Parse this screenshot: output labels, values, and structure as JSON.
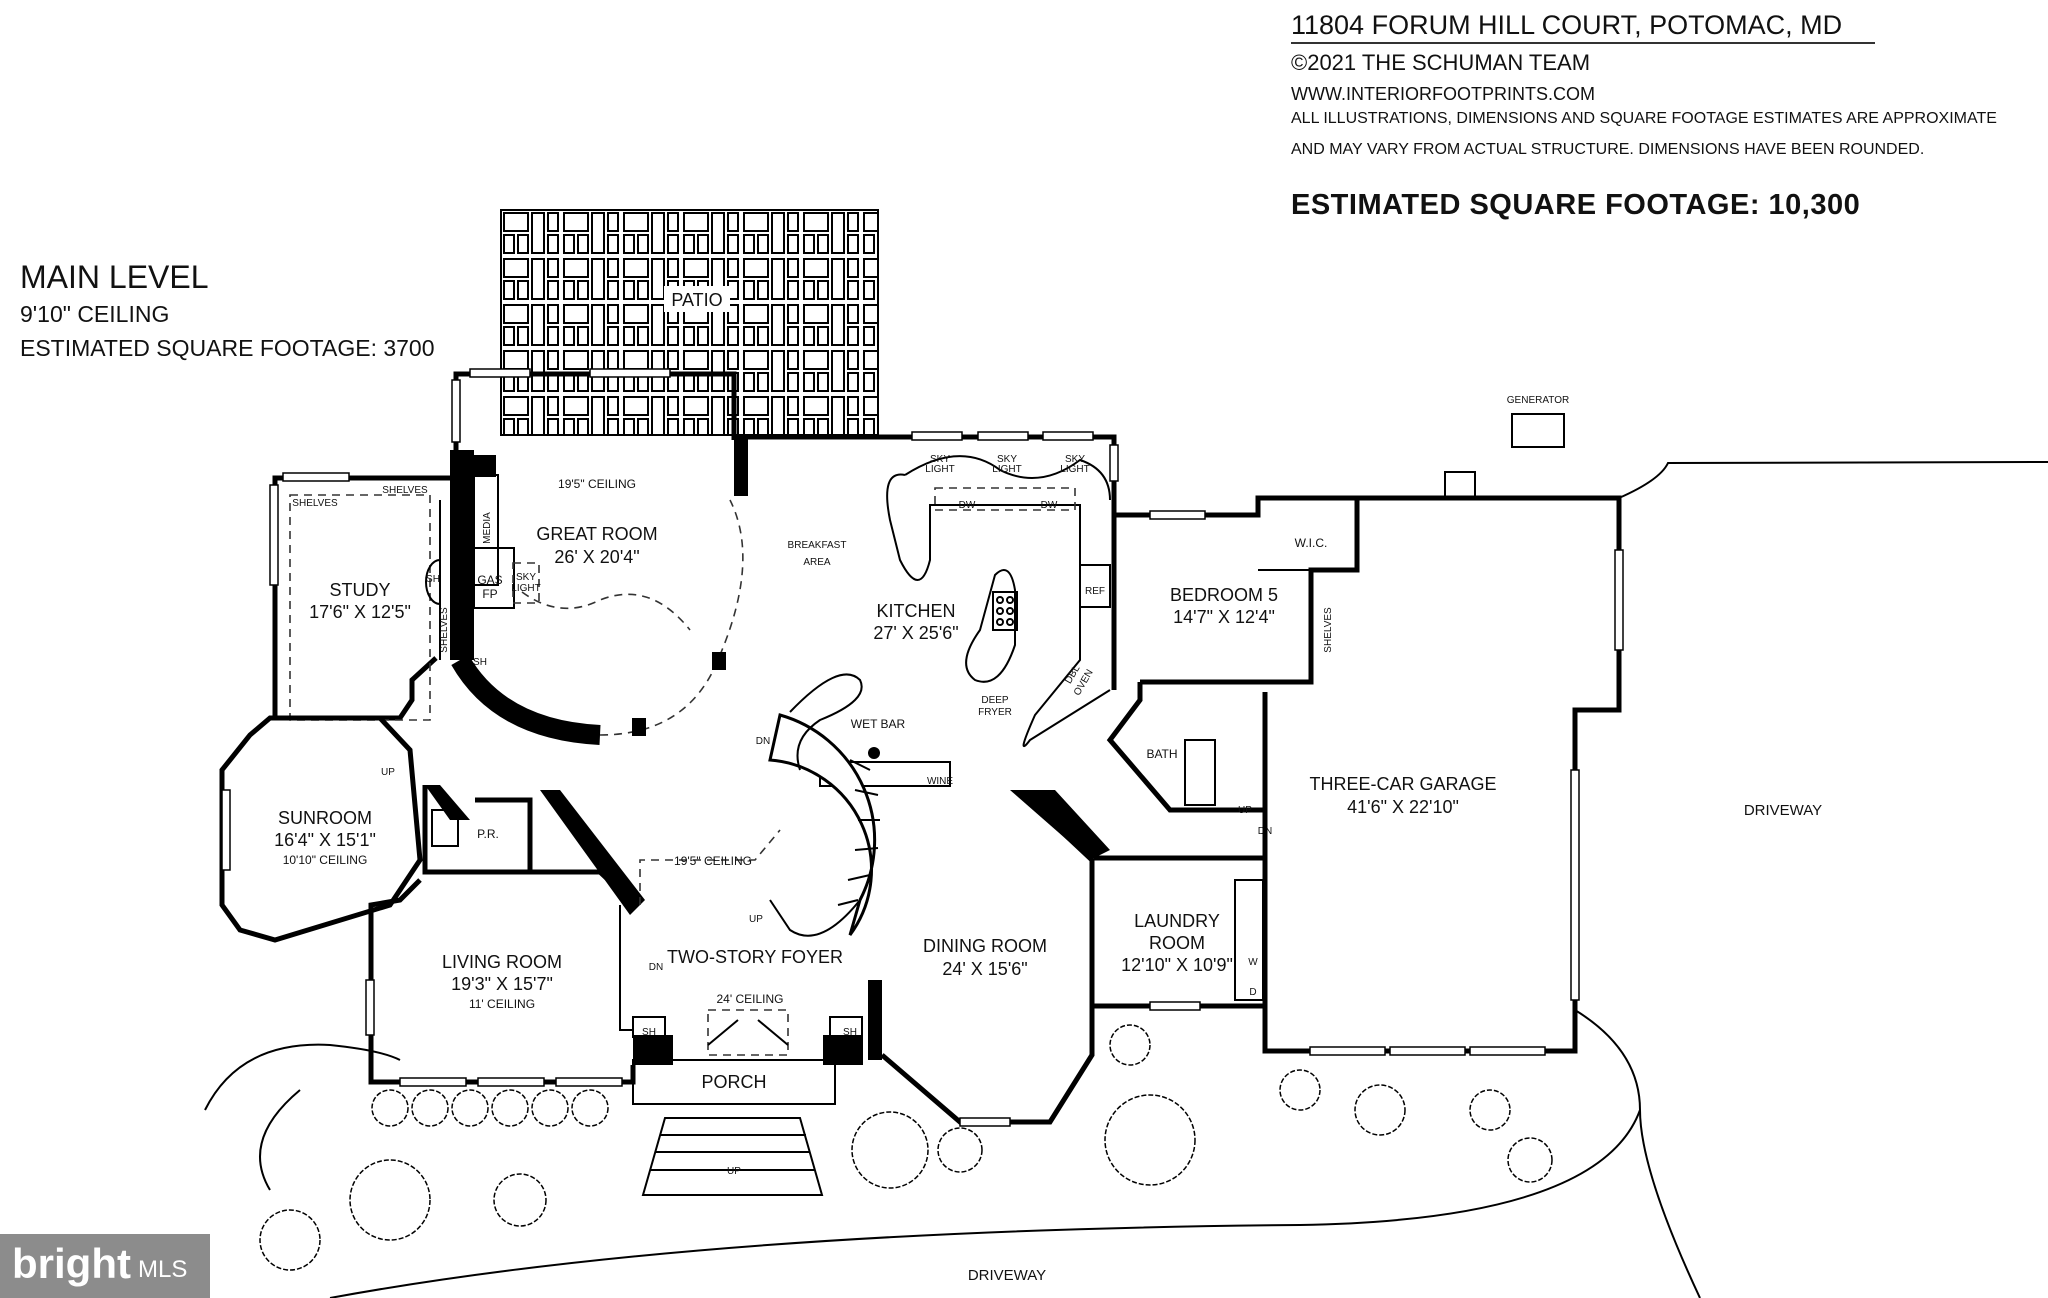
{
  "header": {
    "address": "11804 FORUM HILL COURT, POTOMAC, MD",
    "copyright": "©2021 THE SCHUMAN TEAM",
    "website": "WWW.INTERIORFOOTPRINTS.COM",
    "disclaimer_1": "ALL ILLUSTRATIONS, DIMENSIONS AND SQUARE FOOTAGE ESTIMATES ARE APPROXIMATE",
    "disclaimer_2": "AND MAY VARY FROM ACTUAL STRUCTURE. DIMENSIONS HAVE BEEN ROUNDED.",
    "total_sqft": "ESTIMATED SQUARE FOOTAGE: 10,300"
  },
  "level": {
    "title": "MAIN LEVEL",
    "ceiling": "9'10\" CEILING",
    "sqft": "ESTIMATED SQUARE FOOTAGE: 3700"
  },
  "rooms": {
    "patio": "PATIO",
    "great_room": {
      "name": "GREAT ROOM",
      "dims": "26' X 20'4\"",
      "ceiling": "19'5\" CEILING"
    },
    "study": {
      "name": "STUDY",
      "dims": "17'6\" X 12'5\""
    },
    "breakfast": {
      "line1": "BREAKFAST",
      "line2": "AREA"
    },
    "kitchen": {
      "name": "KITCHEN",
      "dims": "27' X 25'6\""
    },
    "bedroom5": {
      "name": "BEDROOM 5",
      "dims": "14'7\" X 12'4\""
    },
    "wic": "W.I.C.",
    "bath": "BATH",
    "garage": {
      "name": "THREE-CAR GARAGE",
      "dims": "41'6\" X 22'10\""
    },
    "sunroom": {
      "name": "SUNROOM",
      "dims": "16'4\" X 15'1\"",
      "ceiling": "10'10\" CEILING"
    },
    "powder": "P.R.",
    "foyer": {
      "name": "TWO-STORY FOYER",
      "ceiling": "19'5\" CEILING",
      "ceiling2": "24' CEILING"
    },
    "dining": {
      "name": "DINING ROOM",
      "dims": "24' X 15'6\""
    },
    "laundry": {
      "line1": "LAUNDRY",
      "line2": "ROOM",
      "dims": "12'10\" X 10'9\""
    },
    "living": {
      "name": "LIVING ROOM",
      "dims": "19'3\" X 15'7\"",
      "ceiling": "11' CEILING"
    },
    "porch": "PORCH",
    "driveway_right": "DRIVEWAY",
    "driveway_bottom": "DRIVEWAY"
  },
  "fixtures": {
    "shelves": "SHELVES",
    "media": "MEDIA",
    "gas": "GAS",
    "fp": "FP",
    "sky": "SKY",
    "light": "LIGHT",
    "sh": "SH",
    "dw": "DW",
    "ref": "REF",
    "dbl": "DBL",
    "oven": "OVEN",
    "deep": "DEEP",
    "fryer": "FRYER",
    "wet_bar": "WET BAR",
    "wine": "WINE",
    "generator": "GENERATOR",
    "up": "UP",
    "dn": "DN",
    "washer": "W",
    "dryer": "D"
  },
  "logo": {
    "brand": "bright",
    "suffix": "MLS"
  }
}
